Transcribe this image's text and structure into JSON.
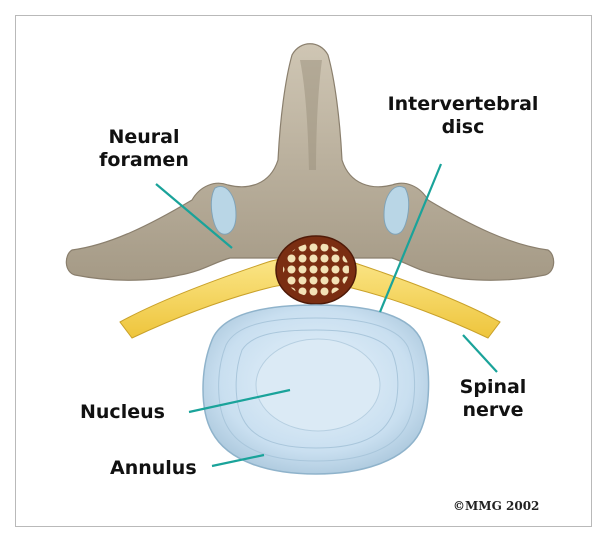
{
  "labels": {
    "neural_foramen": "Neural\nforamen",
    "intervertebral_disc": "Intervertebral\ndisc",
    "spinal_nerve": "Spinal\nnerve",
    "nucleus": "Nucleus",
    "annulus": "Annulus"
  },
  "copyright": "©MMG 2002",
  "colors": {
    "bone": "#b6ab98",
    "bone_shadow": "#8a7f6d",
    "cartilage": "#b9d6e6",
    "nerve": "#f7d65a",
    "cord": "#7a2e12",
    "cord_dots": "#f3e2b6",
    "disc": "#c9dff0",
    "leader": "#1aa39a"
  }
}
